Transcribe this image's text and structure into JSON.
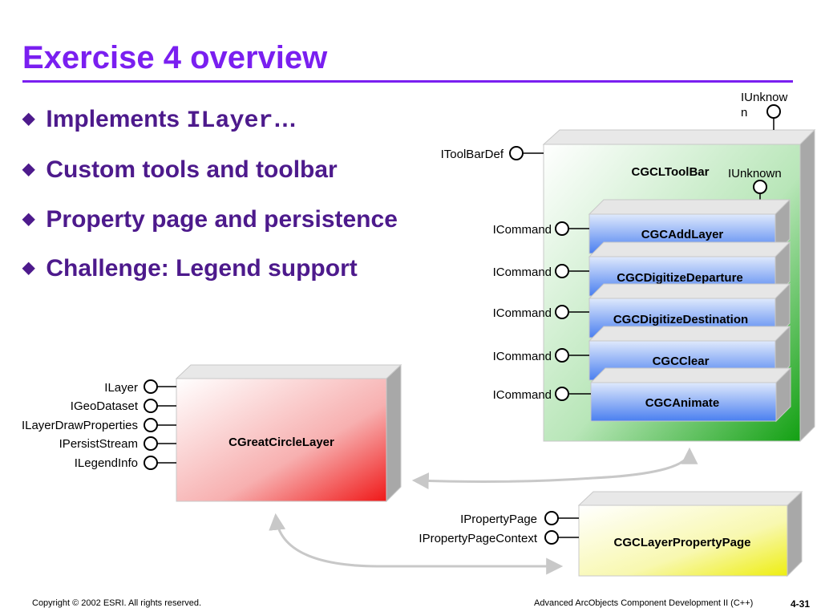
{
  "slide": {
    "title": "Exercise 4 overview",
    "bullets": [
      {
        "text": "Implements ",
        "code": "ILayer",
        "suffix": "…"
      },
      {
        "text": "Custom tools and toolbar"
      },
      {
        "text": "Property page and persistence"
      },
      {
        "text": "Challenge: Legend support"
      }
    ],
    "bullet_icon": "diamond-bullet-icon"
  },
  "diagram": {
    "toolbar": {
      "name": "CGCLToolBar",
      "interfaces": {
        "itoolbardef": "IToolBarDef",
        "iunknown_top": "IUnknow\nn",
        "iunknown_inner": "IUnknown"
      },
      "commands": [
        {
          "name": "CGCAddLayer",
          "interface": "ICommand"
        },
        {
          "name": "CGCDigitizeDeparture",
          "interface": "ICommand"
        },
        {
          "name": "CGCDigitizeDestination",
          "interface": "ICommand"
        },
        {
          "name": "CGCClear",
          "interface": "ICommand"
        },
        {
          "name": "CGCAnimate",
          "interface": "ICommand"
        }
      ]
    },
    "layer": {
      "name": "CGreatCircleLayer",
      "interfaces": [
        "ILayer",
        "IGeoDataset",
        "ILayerDrawProperties",
        "IPersistStream",
        "ILegendInfo"
      ]
    },
    "property_page": {
      "name": "CGCLayerPropertyPage",
      "interfaces": [
        "IPropertyPage",
        "IPropertyPageContext"
      ]
    }
  },
  "footer": {
    "copyright": "Copyright © 2002 ESRI. All rights reserved.",
    "course": "Advanced ArcObjects Component Development II (C++)",
    "page": "4-31"
  },
  "colors": {
    "title": "#7a1ff0",
    "bullets": "#4d1a8c",
    "toolbar_green": "#1fa31f",
    "layer_red": "#f02020",
    "page_yellow": "#f0f020",
    "command_blue": "#4f84f0"
  }
}
